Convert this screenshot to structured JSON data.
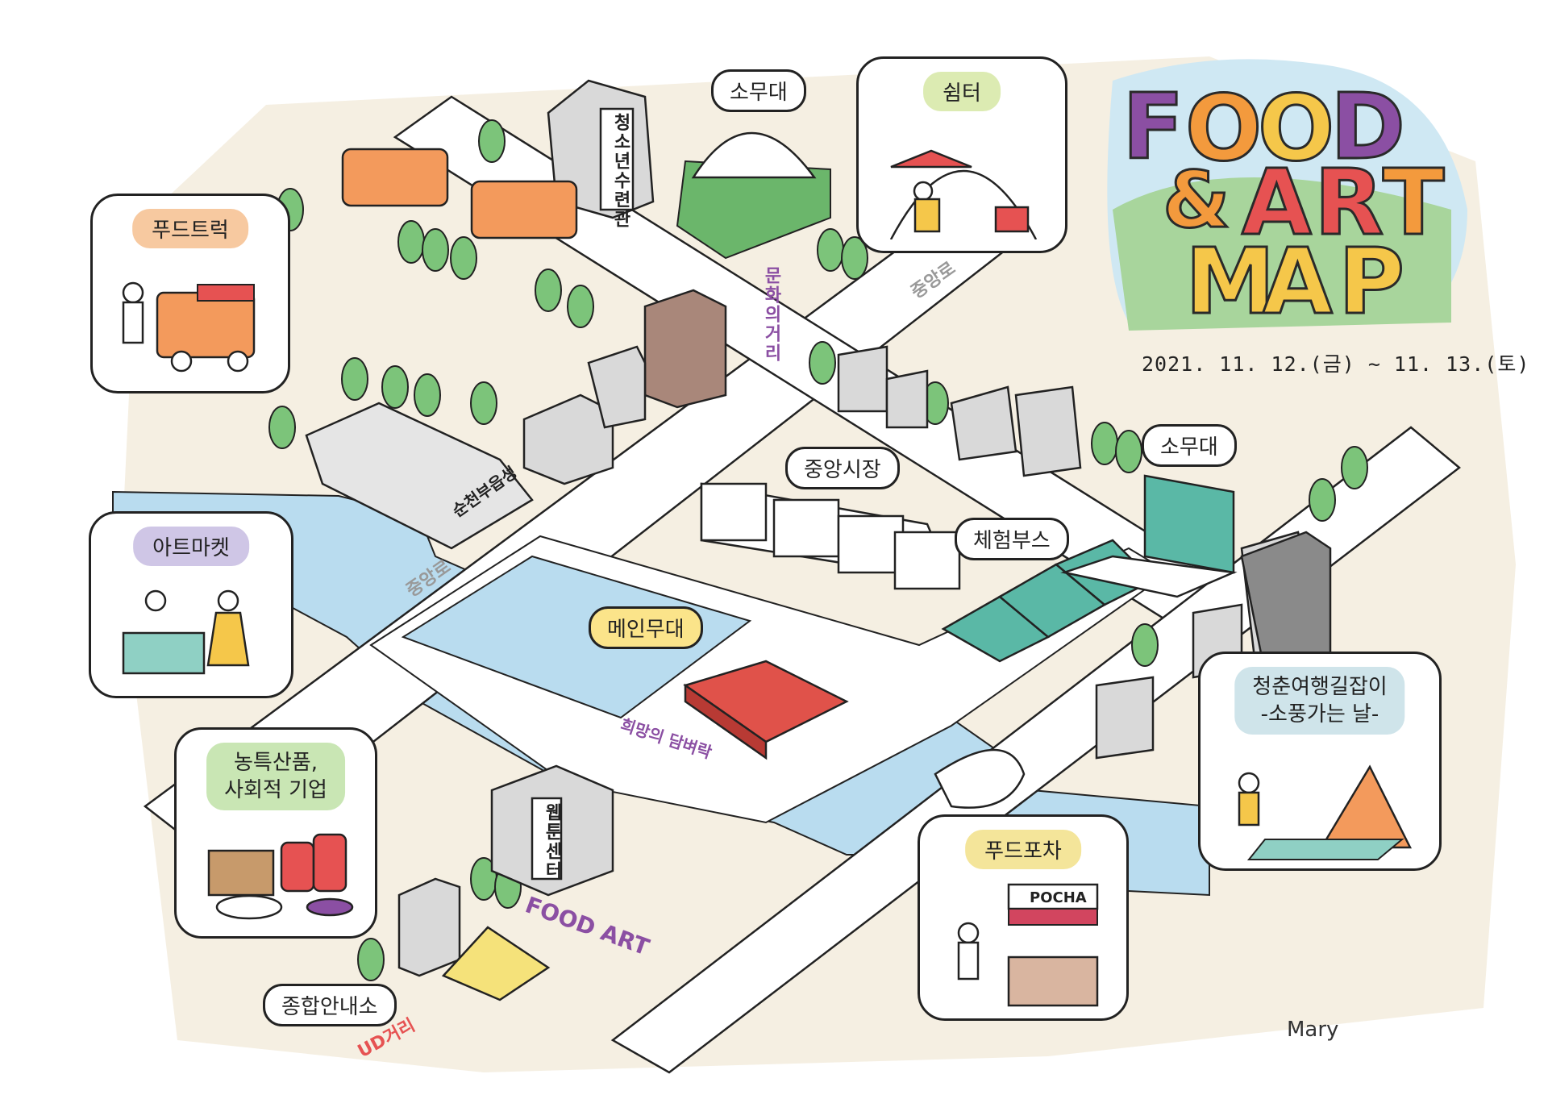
{
  "title": {
    "line1": [
      "F",
      "O",
      "O",
      "D"
    ],
    "line2": [
      "&",
      "A",
      "R",
      "T"
    ],
    "line3": [
      "M",
      "A",
      "P"
    ]
  },
  "date": "2021. 11. 12.(금) ~ 11. 13.(토)",
  "signature": "Mary",
  "callouts": {
    "food_truck": "푸드트럭",
    "art_market": "아트마켓",
    "agri_products": [
      "농특산품,",
      "사회적 기업"
    ],
    "shelter": "쉼터",
    "youth_travel": [
      "청춘여행길잡이",
      "-소풍가는 날-"
    ],
    "food_pocha": "푸드포차"
  },
  "labels": {
    "small_stage_top": "소무대",
    "small_stage_right": "소무대",
    "central_market": "중앙시장",
    "experience_booth": "체험부스",
    "main_stage": "메인무대",
    "info_center": "종합안내소"
  },
  "signs": {
    "youth_center": "청소년수련관",
    "road_top": "중앙로",
    "road_left": "중앙로",
    "hope_wall": "희망의 담벼락",
    "webtoon_center": "웹툰센터",
    "pocha": "POCHA",
    "ud_street": "UD거리",
    "food_art_sign": "FOOD ART",
    "gate_left": "순천부읍성",
    "gate_top": "문화의거리"
  },
  "colors": {
    "road": "#f3ead8",
    "river": "#b9dcef",
    "lawn": "#6bb66b",
    "tree": "#7cc47a",
    "building": "#d9d9d9",
    "tent_green": "#5ab8a6",
    "main_stage": "#e0524a",
    "tent_yellow": "#f5e27a",
    "title_purple": "#8b4fa3",
    "title_orange": "#f39a3d",
    "title_yellow": "#f5c74a",
    "title_red": "#e65252",
    "title_green": "#6db36c",
    "sky": "#cfe8f3"
  }
}
